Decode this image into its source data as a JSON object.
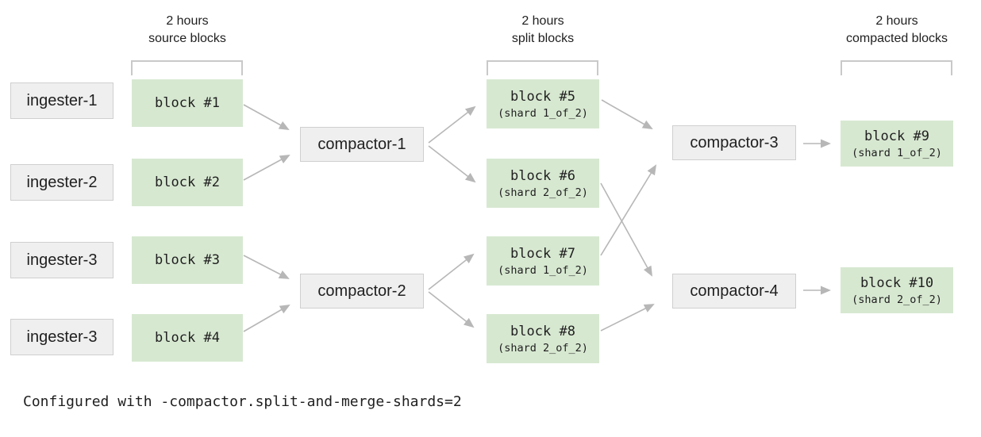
{
  "headers": {
    "source": {
      "line1": "2 hours",
      "line2": "source blocks"
    },
    "split": {
      "line1": "2 hours",
      "line2": "split blocks"
    },
    "compacted": {
      "line1": "2 hours",
      "line2": "compacted blocks"
    }
  },
  "ingesters": [
    {
      "label": "ingester-1"
    },
    {
      "label": "ingester-2"
    },
    {
      "label": "ingester-3"
    },
    {
      "label": "ingester-3"
    }
  ],
  "source_blocks": [
    {
      "label": "block #1"
    },
    {
      "label": "block #2"
    },
    {
      "label": "block #3"
    },
    {
      "label": "block #4"
    }
  ],
  "split_compactors": [
    {
      "label": "compactor-1"
    },
    {
      "label": "compactor-2"
    }
  ],
  "split_blocks": [
    {
      "label": "block #5",
      "shard": "(shard 1_of_2)"
    },
    {
      "label": "block #6",
      "shard": "(shard 2_of_2)"
    },
    {
      "label": "block #7",
      "shard": "(shard 1_of_2)"
    },
    {
      "label": "block #8",
      "shard": "(shard 2_of_2)"
    }
  ],
  "merge_compactors": [
    {
      "label": "compactor-3"
    },
    {
      "label": "compactor-4"
    }
  ],
  "compacted_blocks": [
    {
      "label": "block #9",
      "shard": "(shard 1_of_2)"
    },
    {
      "label": "block #10",
      "shard": "(shard 2_of_2)"
    }
  ],
  "footer": "Configured with -compactor.split-and-merge-shards=2",
  "colors": {
    "block_green": "#d7e8d1",
    "box_gray": "#efefef",
    "box_border": "#cfcfcf",
    "arrow_gray": "#b7b7b7",
    "bracket_gray": "#c9c9c9",
    "text": "#1f1f1f"
  }
}
